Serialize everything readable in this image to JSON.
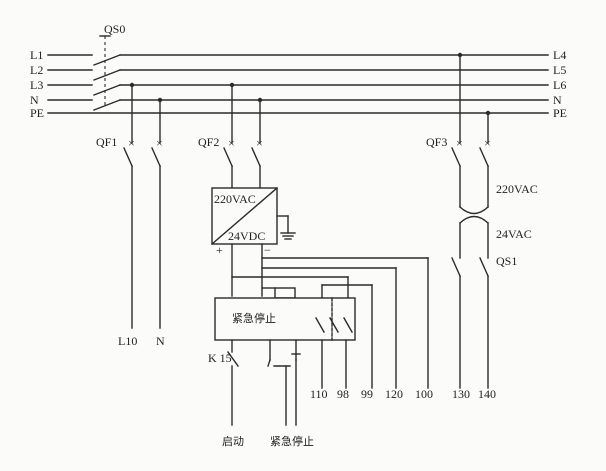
{
  "labels": {
    "qs0": "QS0",
    "bus_left": [
      "L1",
      "L2",
      "L3",
      "N",
      "PE"
    ],
    "bus_right": [
      "L4",
      "L5",
      "L6",
      "N",
      "PE"
    ],
    "qf1": "QF1",
    "qf2": "QF2",
    "qf3": "QF3",
    "psu_in": "220VAC",
    "psu_out": "24VDC",
    "plus": "+",
    "minus": "−",
    "trafo_primary": "220VAC",
    "trafo_secondary": "24VAC",
    "qs1": "QS1",
    "relay_box": "紧急停止",
    "k15": "K 15",
    "start": "启动",
    "estop": "紧急停止",
    "out_l10": "L10",
    "out_n": "N",
    "t110": "110",
    "t98": "98",
    "t99": "99",
    "t120": "120",
    "t100": "100",
    "t130": "130",
    "t140": "140"
  }
}
